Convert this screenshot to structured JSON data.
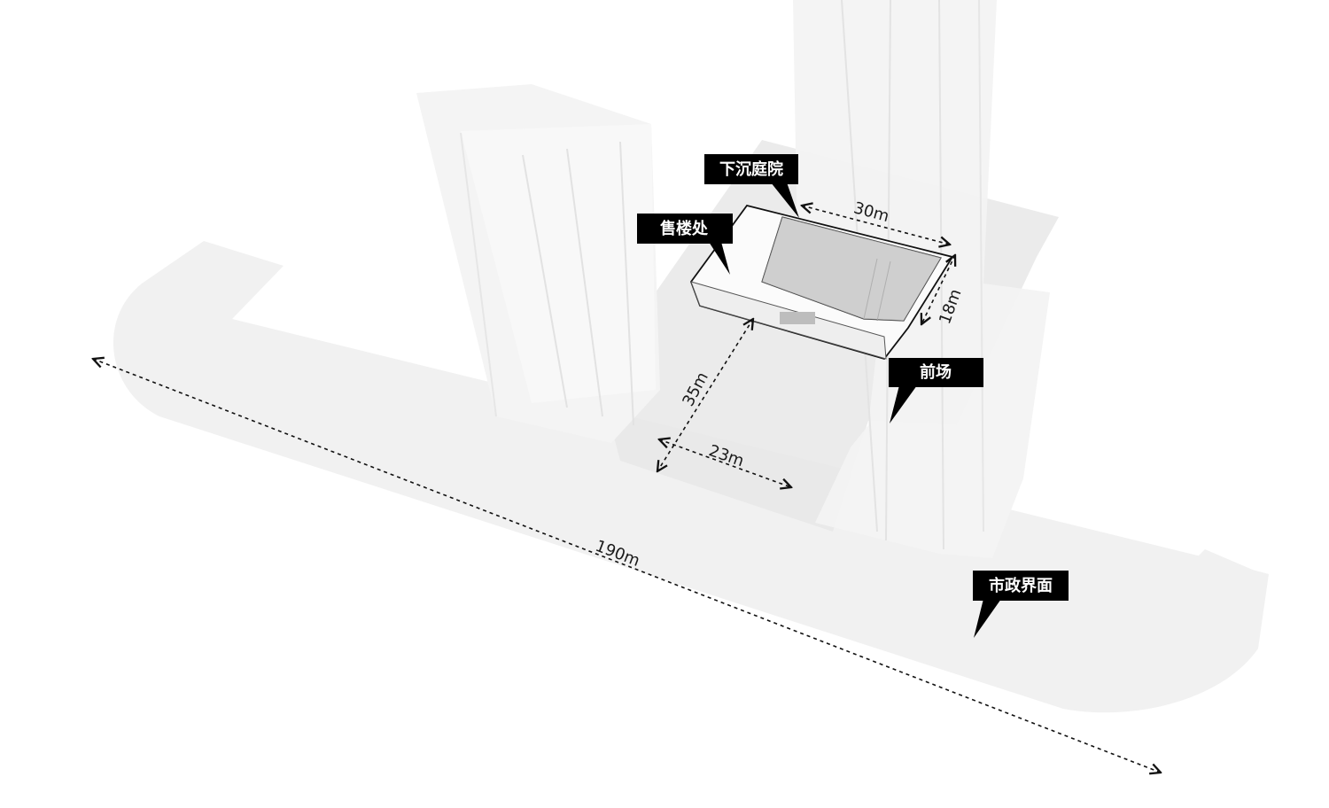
{
  "labels": {
    "sunken_courtyard": "下沉庭院",
    "sales_office": "售楼处",
    "front_plaza": "前场",
    "municipal_interface": "市政界面"
  },
  "dimensions": {
    "courtyard_length": "30m",
    "courtyard_width": "18m",
    "plaza_depth": "35m",
    "plaza_width": "23m",
    "street_length": "190m"
  },
  "colors": {
    "background": "#ffffff",
    "ground": "#f1f1f1",
    "tower": "#f6f6f6",
    "site_shadow": "#e6e6e6",
    "courtyard": "#c9c9c9",
    "callout": "#000000"
  }
}
